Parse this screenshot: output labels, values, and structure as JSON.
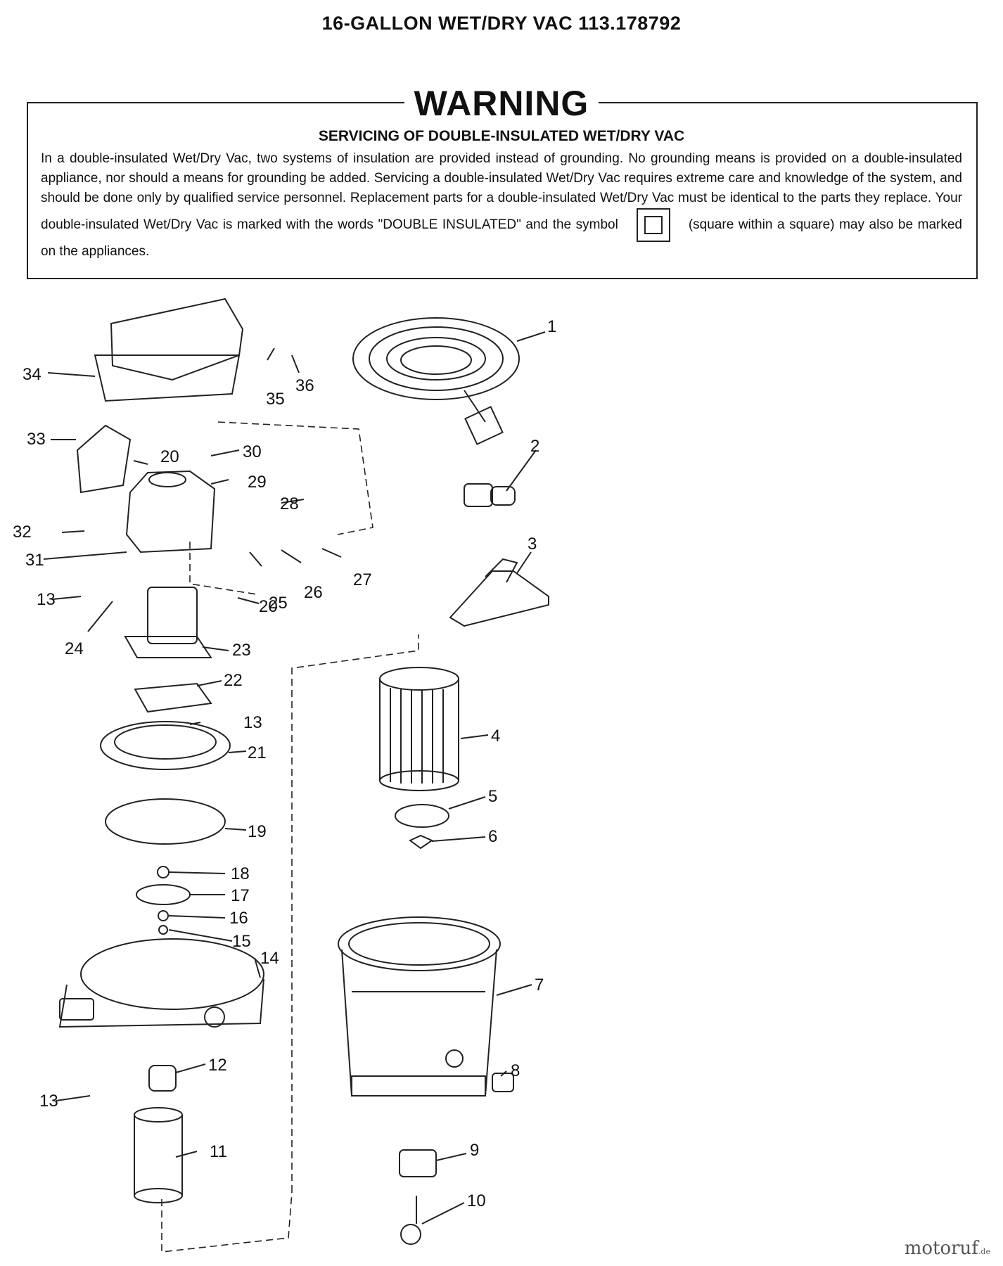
{
  "title": "16-GALLON WET/DRY VAC 113.178792",
  "warning": {
    "heading": "WARNING",
    "subheading": "SERVICING OF DOUBLE-INSULATED WET/DRY VAC",
    "text_before_symbol": "In a double-insulated Wet/Dry Vac, two systems of insulation are provided instead of grounding. No grounding means is provided on a double-insulated appliance, nor should a means for grounding be added. Servicing a double-insulated Wet/Dry Vac requires extreme care and knowledge of the system, and should be done only by qualified service personnel. Replacement parts for a double-insulated Wet/Dry Vac must be identical to the parts they replace. Your double-insulated Wet/Dry Vac is marked with the words \"DOUBLE INSULATED\" and the symbol",
    "text_after_symbol": "(square within a square) may also be marked on the appliances."
  },
  "symbol_icon": "square-within-square-icon",
  "part_labels": [
    "1",
    "2",
    "3",
    "4",
    "5",
    "6",
    "7",
    "8",
    "9",
    "10",
    "11",
    "12",
    "13",
    "13",
    "13",
    "13",
    "14",
    "15",
    "16",
    "17",
    "18",
    "19",
    "20",
    "20",
    "21",
    "22",
    "23",
    "24",
    "25",
    "26",
    "27",
    "28",
    "29",
    "30",
    "31",
    "32",
    "33",
    "34",
    "35",
    "36"
  ],
  "watermark": {
    "brand": "motoruf",
    "suffix": ".de"
  }
}
